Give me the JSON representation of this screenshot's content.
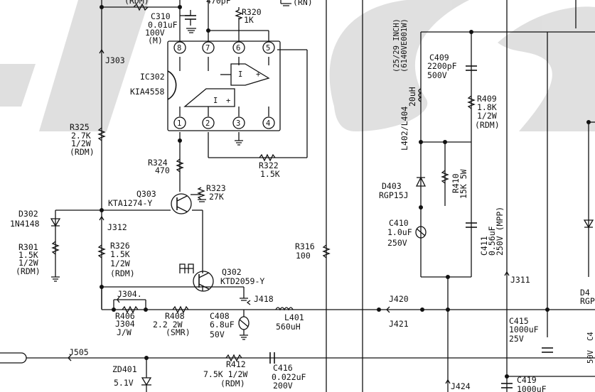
{
  "watermark_color": "#d4d4d4",
  "ink_color": "#111111",
  "top_labels": {
    "r_top": "(RDM)",
    "c_top": "470pF",
    "rn_top": "(RN)"
  },
  "ic302": {
    "ref": "IC302",
    "part": "KIA4558",
    "pins": [
      "1",
      "2",
      "3",
      "4",
      "5",
      "6",
      "7",
      "8"
    ]
  },
  "components": {
    "c310": {
      "ref": "C310",
      "v1": "0.01uF",
      "v2": "100V",
      "v3": "(M)"
    },
    "r320": {
      "ref": "R320",
      "v1": "1K"
    },
    "j303": {
      "ref": "J303"
    },
    "r325": {
      "ref": "R325",
      "v1": "2.7K",
      "v2": "1/2W",
      "v3": "(RDM)"
    },
    "r324": {
      "ref": "R324",
      "v1": "470"
    },
    "r322": {
      "ref": "R322",
      "v1": "1.5K"
    },
    "r323": {
      "ref": "R323",
      "v1": "27K"
    },
    "q303": {
      "ref": "Q303",
      "part": "KTA1274-Y"
    },
    "d302": {
      "ref": "D302",
      "part": "1N4148"
    },
    "j312": {
      "ref": "J312"
    },
    "r301": {
      "ref": "R301",
      "v1": "1.5K",
      "v2": "1/2W",
      "v3": "(RDM)"
    },
    "r326": {
      "ref": "R326",
      "v1": "1.5K",
      "v2": "1/2W",
      "v3": "(RDM)"
    },
    "q302": {
      "ref": "Q302",
      "part": "KTD2059-Y"
    },
    "j304": {
      "ref": "J304.",
      "ref2": "J304",
      "v1": "J/W"
    },
    "r406": {
      "ref": "R406"
    },
    "r408": {
      "ref": "R408",
      "v1": "2.2 2W",
      "v2": "(SMR)"
    },
    "c408": {
      "ref": "C408",
      "v1": "6.8uF",
      "v2": "50V"
    },
    "j418": {
      "ref": "J418"
    },
    "l401": {
      "ref": "L401",
      "v1": "560uH"
    },
    "r316": {
      "ref": "R316",
      "v1": "100"
    },
    "j505": {
      "ref": "J505"
    },
    "zd401": {
      "ref": "ZD401",
      "v1": "5.1V"
    },
    "r412": {
      "ref": "R412",
      "v1": "7.5K 1/2W",
      "v2": "(RDM)"
    },
    "c416": {
      "ref": "C416",
      "v1": "0.022uF",
      "v2": "200V"
    },
    "l402": {
      "ref": "L402/L404",
      "v1": "20uH",
      "v2": "(25/29 INCH)",
      "v3": "(6140VE001W)"
    },
    "c409": {
      "ref": "C409",
      "v1": "2200pF",
      "v2": "500V"
    },
    "r409": {
      "ref": "R409",
      "v1": "1.8K",
      "v2": "1/2W",
      "v3": "(RDM)"
    },
    "d403": {
      "ref": "D403",
      "part": "RGP15J"
    },
    "r410": {
      "ref": "R410",
      "v1": "15K 5W"
    },
    "c410": {
      "ref": "C410",
      "v1": "1.0uF",
      "v2": "250V"
    },
    "c411": {
      "ref": "C411",
      "v1": "0.56uF",
      "v2": "250V (MPP)"
    },
    "j311": {
      "ref": "J311"
    },
    "j420": {
      "ref": "J420"
    },
    "j421": {
      "ref": "J421"
    },
    "c415": {
      "ref": "C415",
      "v1": "1000uF",
      "v2": "25V"
    },
    "j424": {
      "ref": "J424"
    },
    "c419": {
      "ref": "C419",
      "v1": "1000uF"
    },
    "d4": {
      "ref": "D4",
      "part": "RGP"
    },
    "c4_right": {
      "v1": "C4",
      "v2": "50V"
    }
  }
}
